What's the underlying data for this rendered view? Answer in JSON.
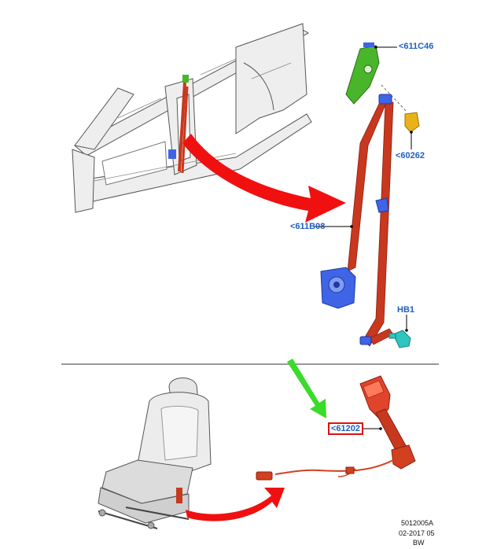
{
  "callouts": {
    "top_guide": "<611C46",
    "buckle_cap": "<60262",
    "retractor_belt": "<611B08",
    "bolt": "HB1",
    "buckle": "<61202"
  },
  "footer": {
    "drawing_id": "5012005A",
    "date_code": "02-2017 05",
    "suffix": "BW"
  },
  "colors": {
    "belt": "#c8381f",
    "guide": "#49b52b",
    "retractor": "#3f64e6",
    "bolt": "#2ec6bf",
    "cap": "#e9b317",
    "arrow_red": "#f01010",
    "arrow_green": "#3adb2a",
    "callout_text": "#1f5fbf",
    "highlight_box": "#e01010"
  }
}
